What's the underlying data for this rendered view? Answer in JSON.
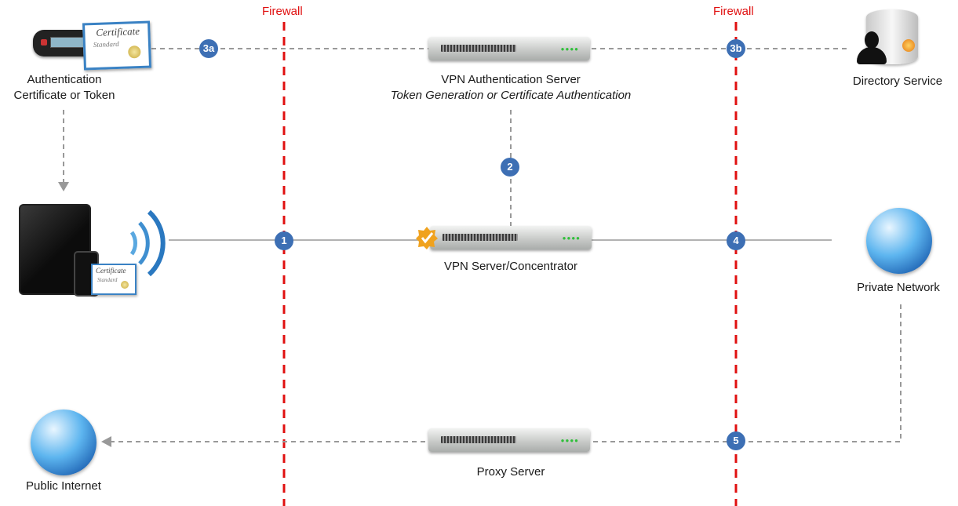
{
  "firewalls": {
    "left_label": "Firewall",
    "right_label": "Firewall"
  },
  "colors": {
    "firewall": "#e01010",
    "badge": "#3d6fb4",
    "wire": "#999999"
  },
  "nodes": {
    "auth_token": {
      "line1": "Authentication",
      "line2": "Certificate or Token"
    },
    "vpn_auth_server": {
      "title": "VPN Authentication Server",
      "subtitle": "Token Generation or Certificate Authentication"
    },
    "directory_service": {
      "label": "Directory Service"
    },
    "vpn_concentrator": {
      "label": "VPN Server/Concentrator"
    },
    "private_network": {
      "label": "Private Network"
    },
    "proxy_server": {
      "label": "Proxy Server"
    },
    "public_internet": {
      "label": "Public Internet"
    },
    "certificate": {
      "title": "Certificate",
      "subtitle": "Standard"
    }
  },
  "steps": [
    "1",
    "2",
    "3a",
    "3b",
    "4",
    "5"
  ]
}
